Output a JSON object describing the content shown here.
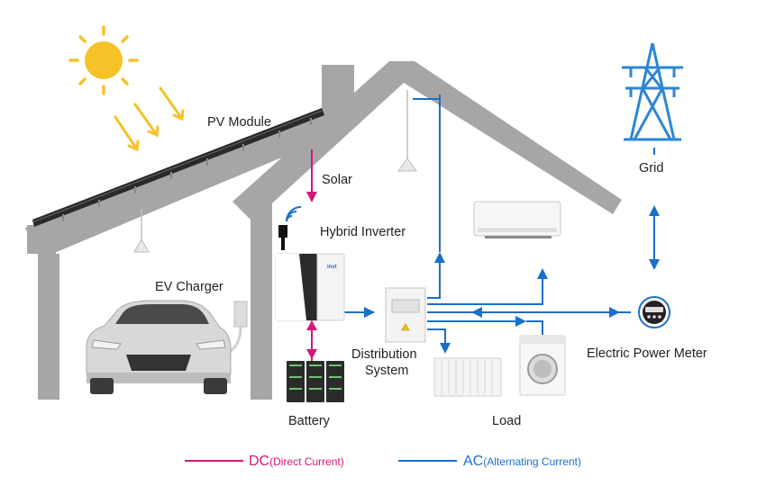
{
  "labels": {
    "pv_module": "PV Module",
    "solar": "Solar",
    "hybrid_inverter": "Hybrid Inverter",
    "ev_charger": "EV Charger",
    "battery": "Battery",
    "distribution_line1": "Distribution",
    "distribution_line2": "System",
    "load": "Load",
    "grid": "Grid",
    "meter": "Electric Power Meter",
    "inverter_brand": "invt"
  },
  "legend": {
    "dc_code": "DC",
    "dc_desc": "(Direct Current)",
    "ac_code": "AC",
    "ac_desc": "(Alternating Current)"
  },
  "colors": {
    "dc": "#d6157a",
    "ac": "#1a6fc9",
    "house": "#a9a9a9",
    "sun": "#f5c228",
    "tower": "#2d86d6"
  }
}
